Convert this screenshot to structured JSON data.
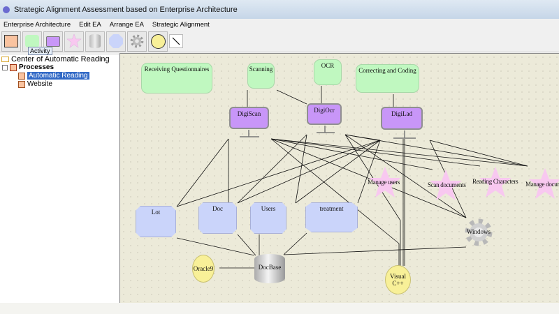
{
  "window": {
    "title": "Strategic Alignment Assessment based on Enterprise Architecture"
  },
  "menu": [
    "Enterprise Architecture",
    "Edit EA",
    "Arrange EA",
    "Strategic Alignment"
  ],
  "toolbar": {
    "tools": [
      "process-icon",
      "activity-icon",
      "system-icon",
      "star-icon",
      "database-icon",
      "data-object-icon",
      "gear-icon",
      "circle-icon",
      "line-icon"
    ],
    "tooltip": "Activity"
  },
  "tree": {
    "root": "Center of Automatic Reading",
    "group": "Processes",
    "items": [
      "Automatic Reading",
      "Website"
    ],
    "selected": "Automatic Reading"
  },
  "diagram": {
    "activities": [
      "Receiving Questionnaires",
      "Scanning",
      "OCR",
      "Correcting and Coding"
    ],
    "systems": [
      "DigiScan",
      "DigiOcr",
      "DigiLad"
    ],
    "functions": [
      "Manage users",
      "Scan documents",
      "Reading Characters",
      "Manage documents"
    ],
    "data": [
      "Lot",
      "Doc",
      "Users",
      "treatment"
    ],
    "platform": "Windows",
    "database": "DocBase",
    "technologies": [
      "Oracle9",
      "Visual C++"
    ]
  },
  "colors": {
    "activity": "#c0f8c0",
    "system": "#c896f8",
    "data": "#cad4fa",
    "function": "#f8c8f0",
    "technology": "#f8f098",
    "canvas": "#ecead9",
    "selection": "#3169c6"
  }
}
